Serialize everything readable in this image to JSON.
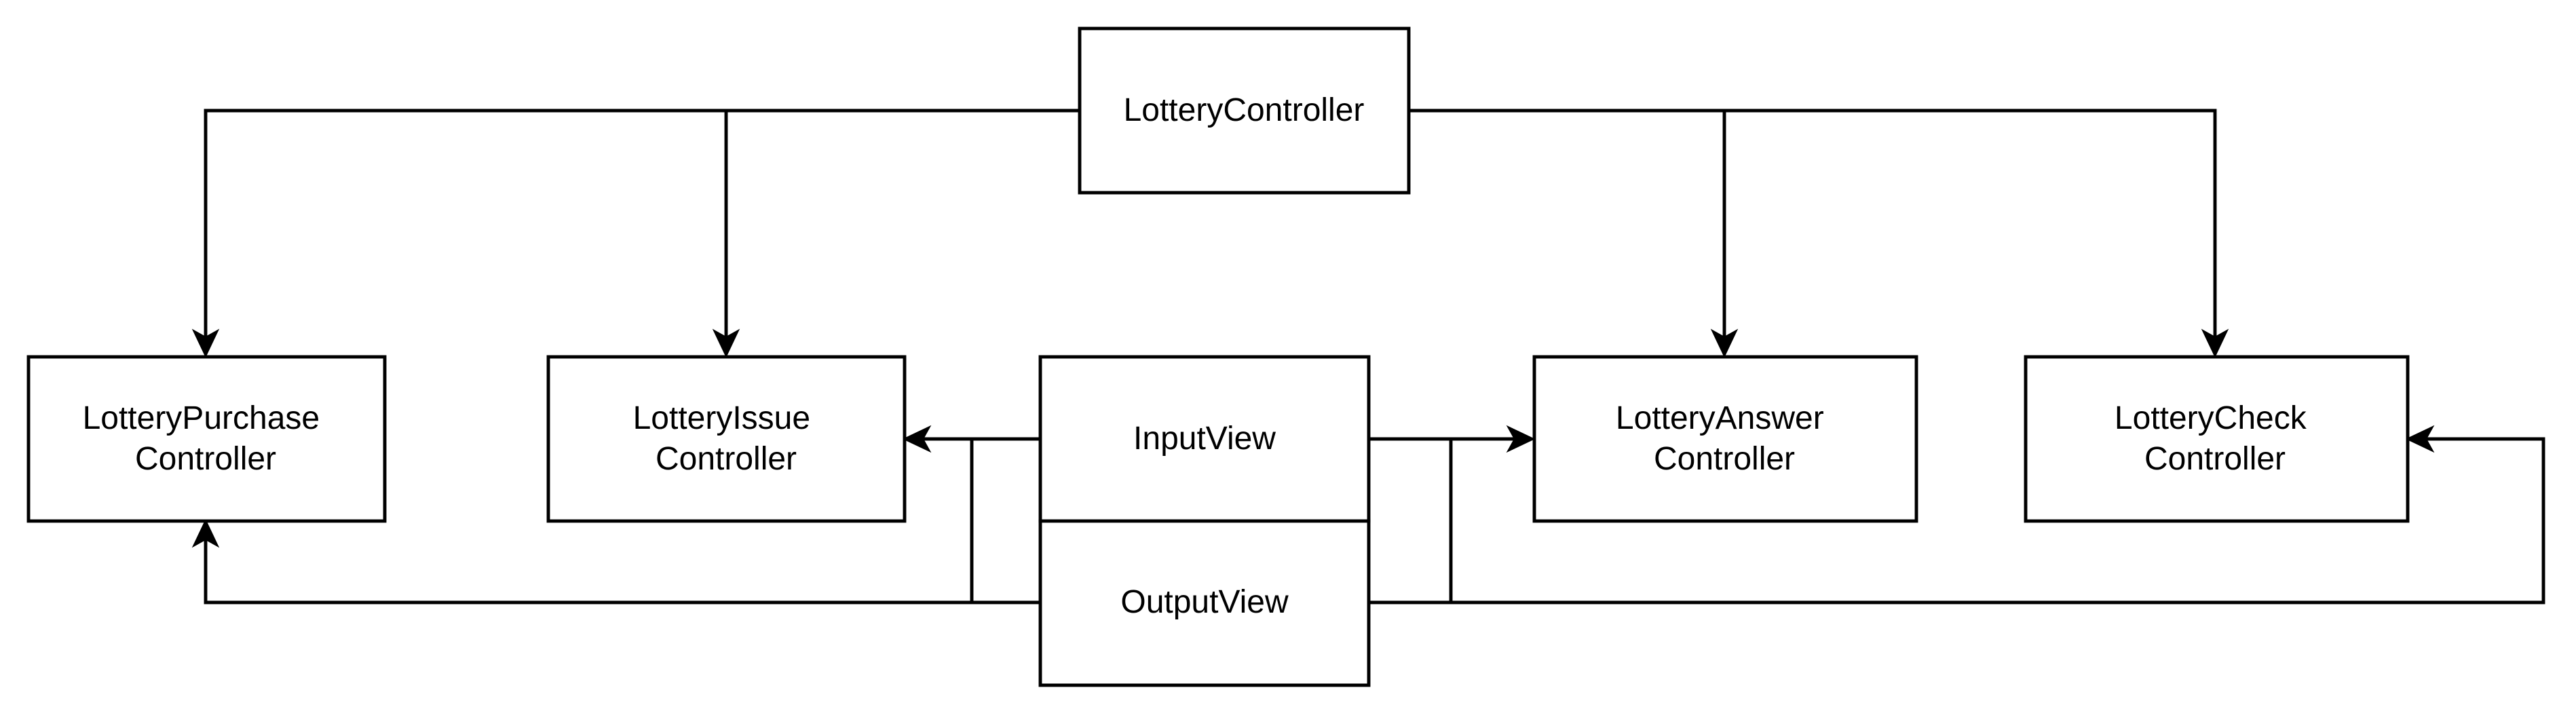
{
  "diagram": {
    "nodes": {
      "lottery_controller": {
        "lines": [
          "LotteryController"
        ]
      },
      "purchase_controller": {
        "lines": [
          "LotteryPurchase",
          "Controller"
        ]
      },
      "issue_controller": {
        "lines": [
          "LotteryIssue",
          "Controller"
        ]
      },
      "input_view": {
        "lines": [
          "InputView"
        ]
      },
      "output_view": {
        "lines": [
          "OutputView"
        ]
      },
      "answer_controller": {
        "lines": [
          "LotteryAnswer",
          "Controller"
        ]
      },
      "check_controller": {
        "lines": [
          "LotteryCheck",
          "Controller"
        ]
      }
    },
    "edges": [
      {
        "from": "lottery_controller",
        "to": "purchase_controller"
      },
      {
        "from": "lottery_controller",
        "to": "issue_controller"
      },
      {
        "from": "lottery_controller",
        "to": "answer_controller"
      },
      {
        "from": "lottery_controller",
        "to": "check_controller"
      },
      {
        "from": "input_view",
        "to": "issue_controller"
      },
      {
        "from": "input_view",
        "to": "answer_controller"
      },
      {
        "from": "output_view",
        "to": "purchase_controller"
      },
      {
        "from": "output_view",
        "to": "issue_controller"
      },
      {
        "from": "output_view",
        "to": "answer_controller"
      },
      {
        "from": "output_view",
        "to": "check_controller"
      }
    ],
    "colors": {
      "stroke": "#000000",
      "fill": "#ffffff",
      "text": "#000000"
    }
  }
}
